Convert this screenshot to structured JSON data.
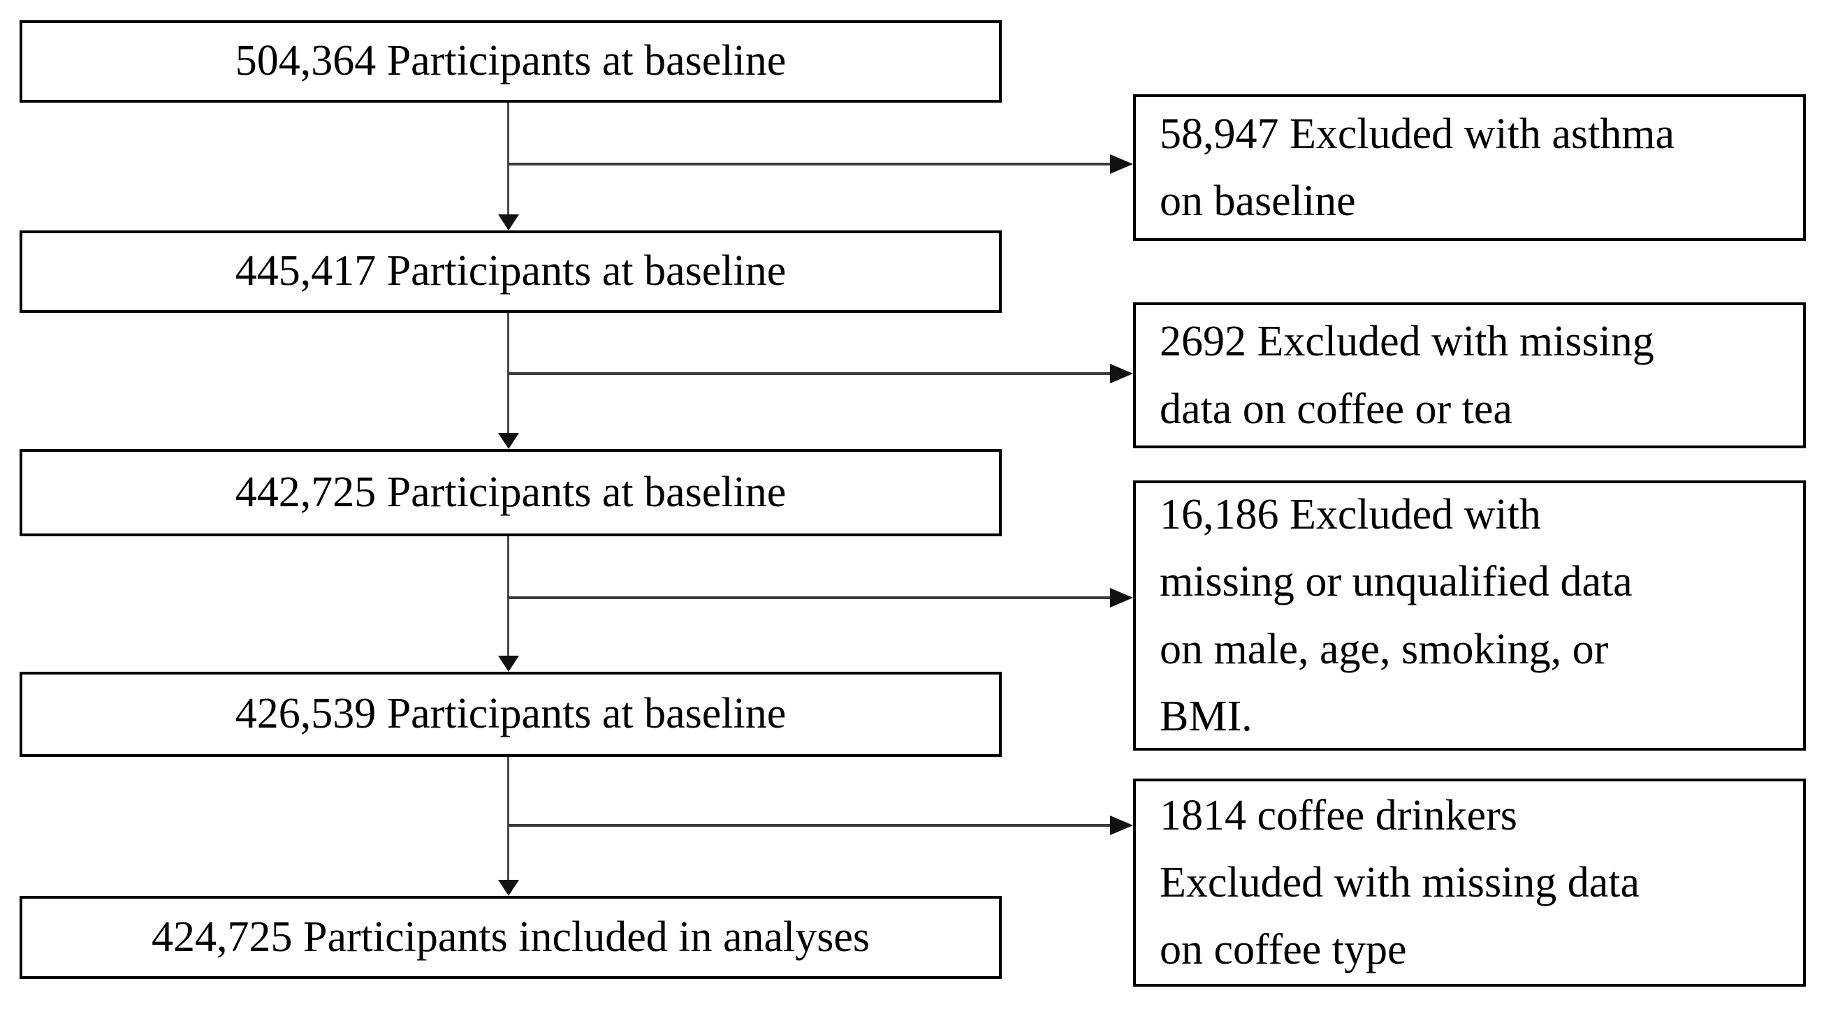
{
  "diagram": {
    "type": "participant-flowchart",
    "colors": {
      "background": "#ffffff",
      "box_border": "#000000",
      "connector_line": "#3a3a3a",
      "text": "#000000"
    },
    "main_boxes": [
      {
        "label": "504,364 Participants at baseline"
      },
      {
        "label": "445,417 Participants at baseline"
      },
      {
        "label": "442,725 Participants at baseline"
      },
      {
        "label": "426,539 Participants at baseline"
      },
      {
        "label": "424,725 Participants included in analyses"
      }
    ],
    "exclusion_boxes": [
      {
        "text": "58,947 Excluded with asthma\non baseline"
      },
      {
        "text": "2692 Excluded with missing\ndata on coffee or tea"
      },
      {
        "text": "16,186 Excluded with\nmissing or unqualified data\non male, age, smoking, or\nBMI."
      },
      {
        "text": "1814 coffee drinkers\nExcluded with missing data\non coffee type"
      }
    ]
  }
}
